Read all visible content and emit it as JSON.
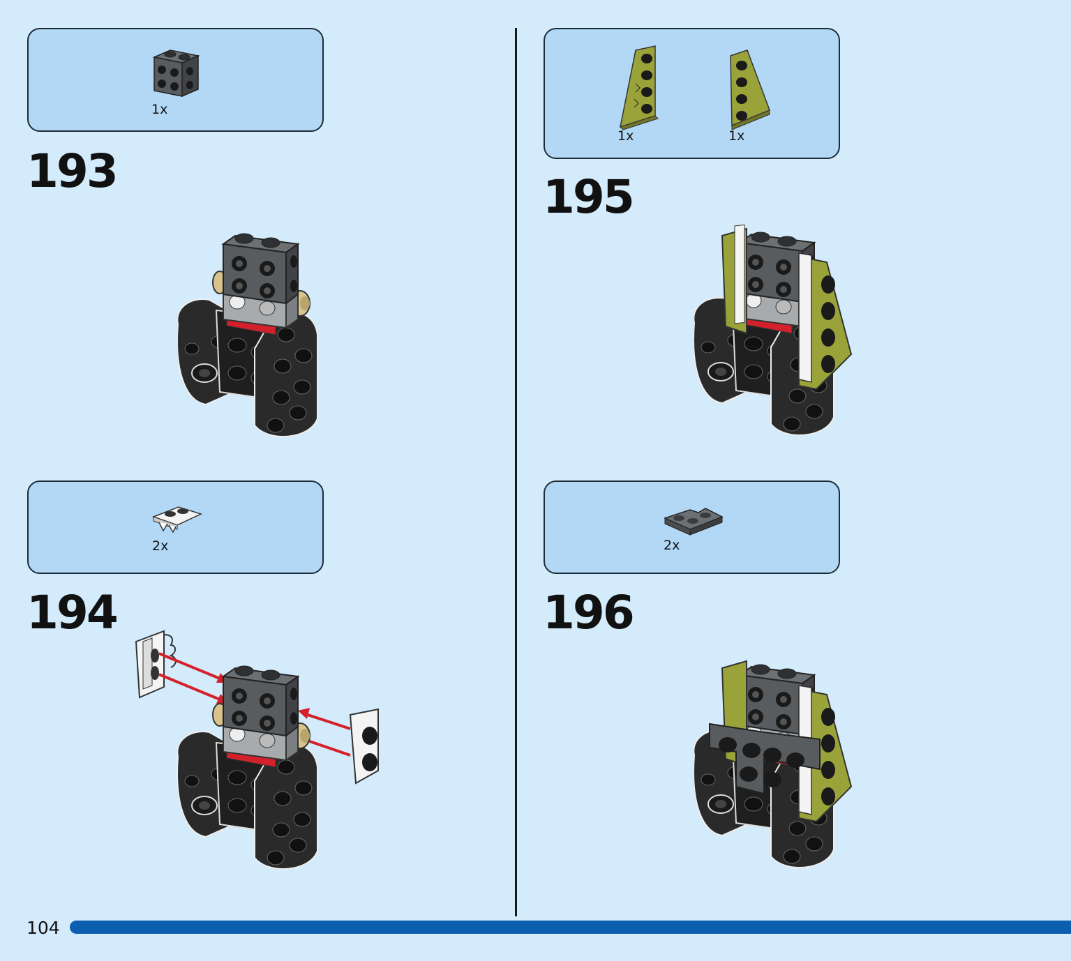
{
  "page": {
    "number": "104"
  },
  "steps": [
    {
      "number": "193",
      "parts": [
        {
          "qty": "1x",
          "icon": "dark-gray-brick-studs-on-sides-icon"
        }
      ]
    },
    {
      "number": "194",
      "parts": [
        {
          "qty": "2x",
          "icon": "white-plate-with-teeth-icon"
        }
      ]
    },
    {
      "number": "195",
      "parts": [
        {
          "qty": "1x",
          "icon": "olive-wedge-plate-left-icon"
        },
        {
          "qty": "1x",
          "icon": "olive-wedge-plate-right-icon"
        }
      ]
    },
    {
      "number": "196",
      "parts": [
        {
          "qty": "2x",
          "icon": "dark-gray-corner-plate-icon"
        }
      ]
    }
  ],
  "colors": {
    "background": "#d3ebfb",
    "parts_box": "#b3d8f5",
    "progress_bar": "#0b5fae",
    "olive": "#9aa33a",
    "red": "#d4202a",
    "tan": "#d8c48c",
    "dark_gray": "#585b5e",
    "black": "#1c1c1c"
  }
}
